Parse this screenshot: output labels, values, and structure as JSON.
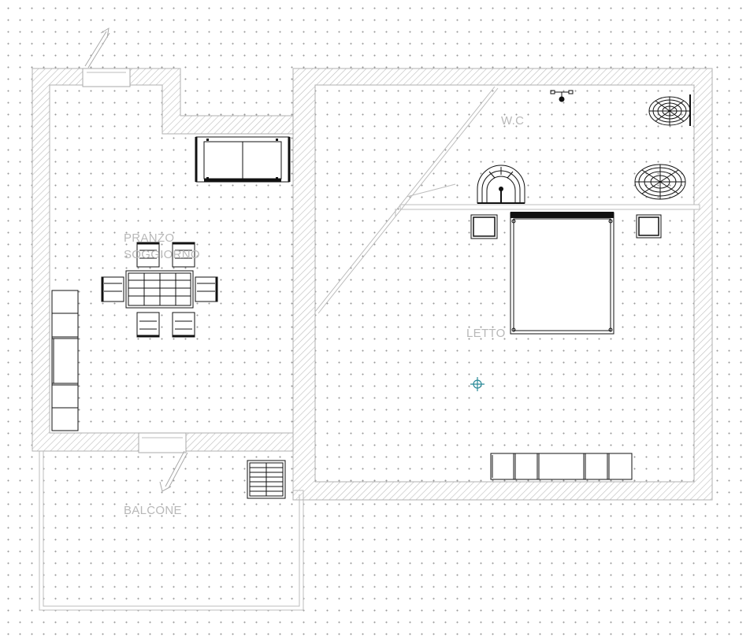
{
  "rooms": {
    "living": {
      "label_line1": "PRANZO",
      "label_line2": "SOGGIORNO"
    },
    "bath": {
      "label": "W.C"
    },
    "bedroom": {
      "label": "LETTO"
    },
    "balcony": {
      "label": "BALCONE"
    }
  },
  "colors": {
    "background": "#ffffff",
    "grid_dot": "#9a9a9a",
    "wall_hatch": "#b0b0b0",
    "furniture": "#111111",
    "label": "#b8b8b8",
    "cursor": "#2a8a99"
  },
  "icons": {
    "cursor": "crosshair-icon"
  }
}
